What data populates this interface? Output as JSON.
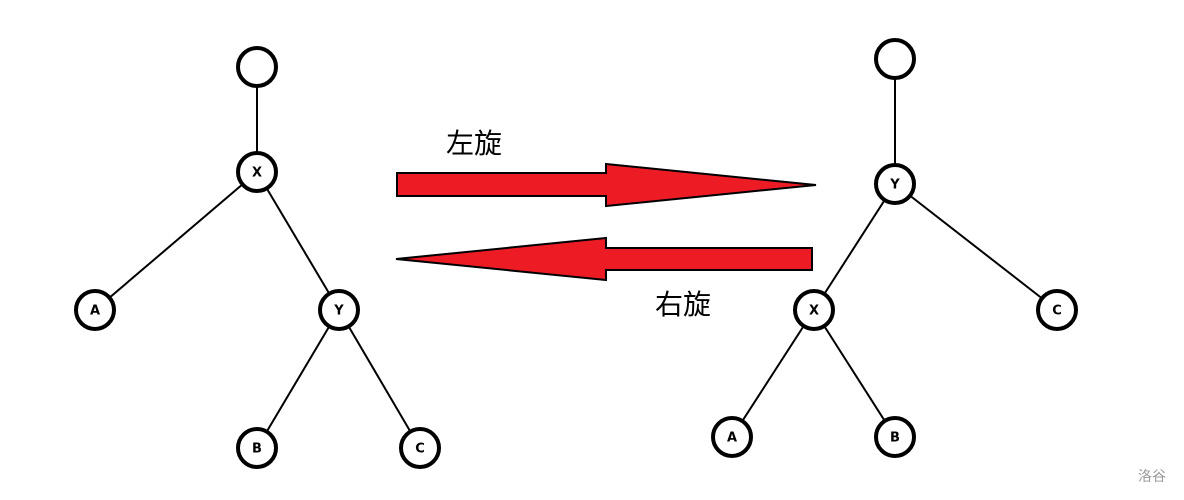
{
  "colors": {
    "arrow_fill": "#ed1c24",
    "stroke": "#000000",
    "node_fill": "#ffffff",
    "watermark": "#9a9a9a"
  },
  "rotations": {
    "left_label": "左旋",
    "right_label": "右旋"
  },
  "trees": {
    "before": {
      "nodes": [
        {
          "id": "root",
          "label": ""
        },
        {
          "id": "X",
          "label": "X"
        },
        {
          "id": "A",
          "label": "A"
        },
        {
          "id": "Y",
          "label": "Y"
        },
        {
          "id": "B",
          "label": "B"
        },
        {
          "id": "C",
          "label": "C"
        }
      ],
      "edges": [
        [
          "root",
          "X"
        ],
        [
          "X",
          "A"
        ],
        [
          "X",
          "Y"
        ],
        [
          "Y",
          "B"
        ],
        [
          "Y",
          "C"
        ]
      ]
    },
    "after": {
      "nodes": [
        {
          "id": "root",
          "label": ""
        },
        {
          "id": "Y",
          "label": "Y"
        },
        {
          "id": "X",
          "label": "X"
        },
        {
          "id": "C",
          "label": "C"
        },
        {
          "id": "A",
          "label": "A"
        },
        {
          "id": "B",
          "label": "B"
        }
      ],
      "edges": [
        [
          "root",
          "Y"
        ],
        [
          "Y",
          "X"
        ],
        [
          "Y",
          "C"
        ],
        [
          "X",
          "A"
        ],
        [
          "X",
          "B"
        ]
      ]
    }
  },
  "watermark": "洛谷"
}
